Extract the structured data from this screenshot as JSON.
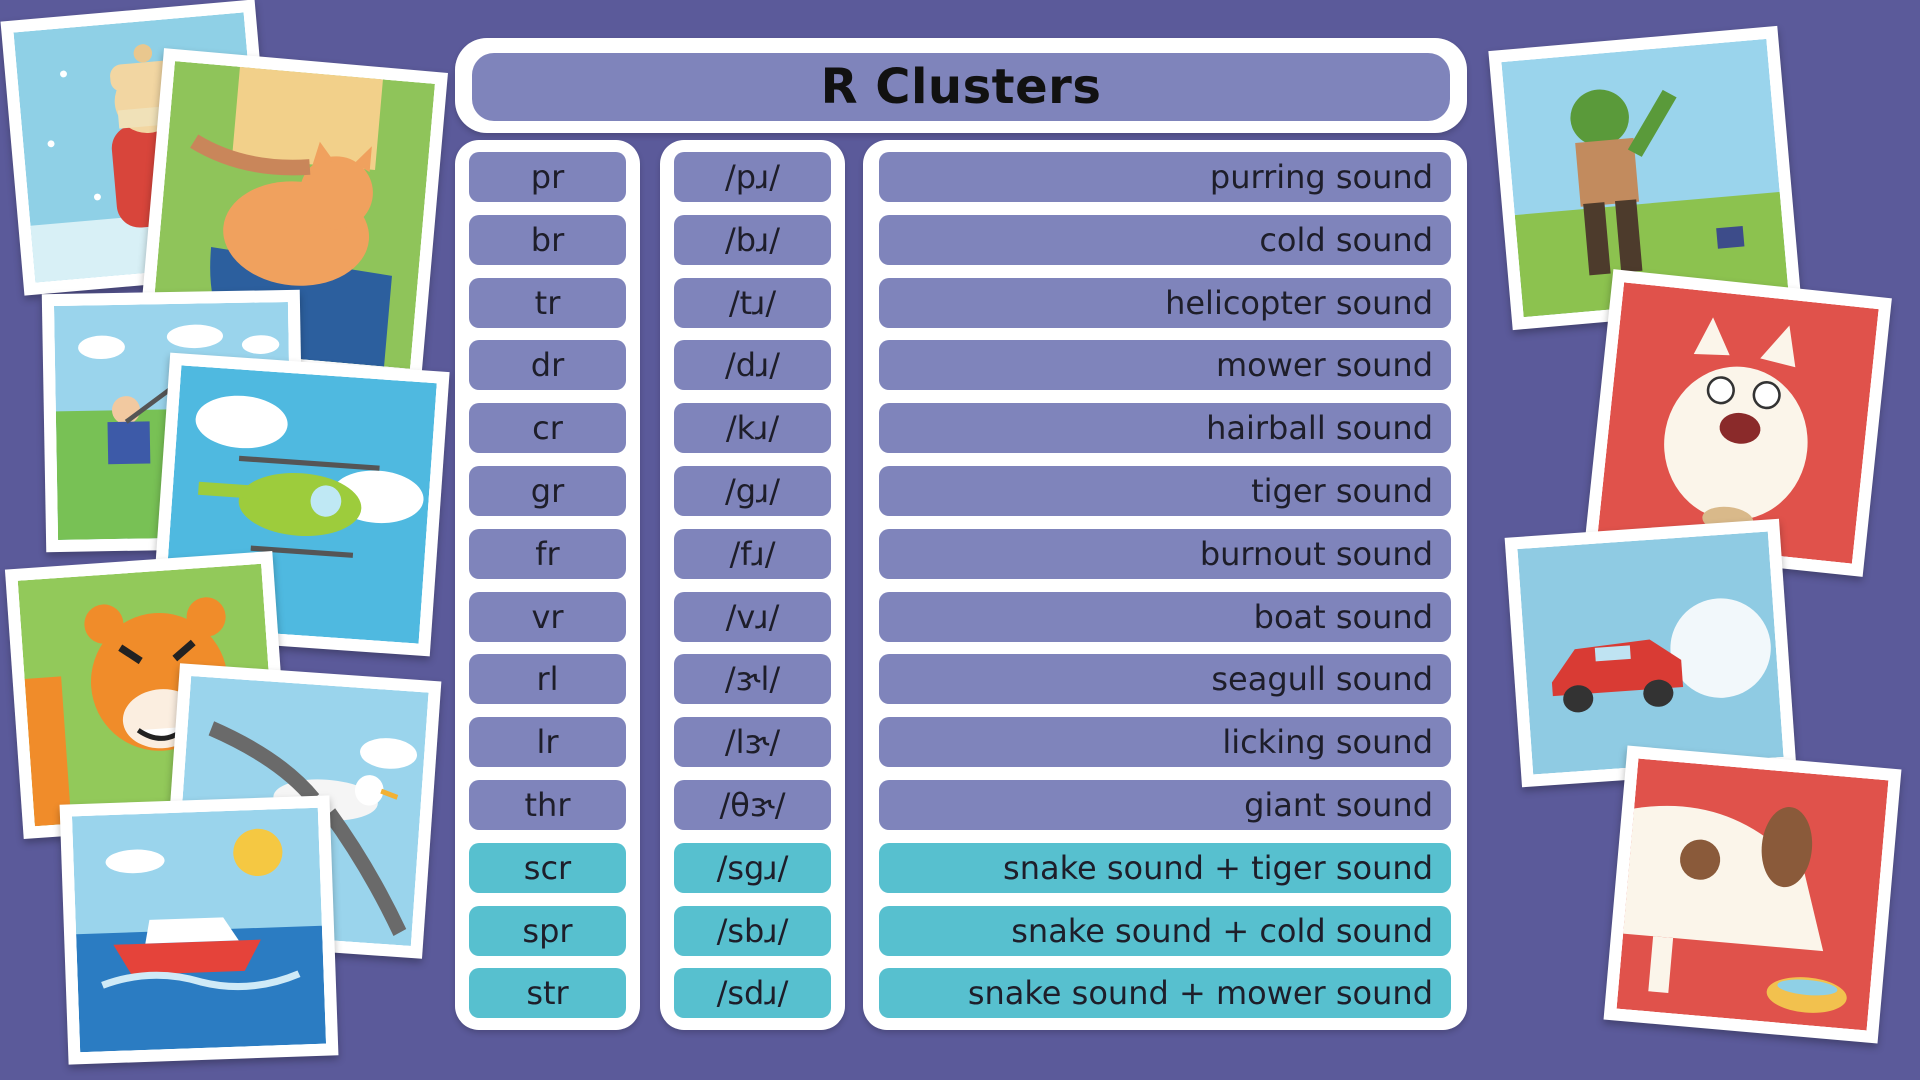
{
  "title": "R Clusters",
  "rows": [
    {
      "cluster": "pr",
      "ipa": "/pɹ/",
      "sound": "purring sound",
      "kind": "single"
    },
    {
      "cluster": "br",
      "ipa": "/bɹ/",
      "sound": "cold sound",
      "kind": "single"
    },
    {
      "cluster": "tr",
      "ipa": "/tɹ/",
      "sound": "helicopter sound",
      "kind": "single"
    },
    {
      "cluster": "dr",
      "ipa": "/dɹ/",
      "sound": "mower sound",
      "kind": "single"
    },
    {
      "cluster": "cr",
      "ipa": "/kɹ/",
      "sound": "hairball sound",
      "kind": "single"
    },
    {
      "cluster": "gr",
      "ipa": "/gɹ/",
      "sound": "tiger sound",
      "kind": "single"
    },
    {
      "cluster": "fr",
      "ipa": "/fɹ/",
      "sound": "burnout sound",
      "kind": "single"
    },
    {
      "cluster": "vr",
      "ipa": "/vɹ/",
      "sound": "boat sound",
      "kind": "single"
    },
    {
      "cluster": "rl",
      "ipa": "/ɝl/",
      "sound": "seagull sound",
      "kind": "single"
    },
    {
      "cluster": "lr",
      "ipa": "/lɝ/",
      "sound": "licking sound",
      "kind": "single"
    },
    {
      "cluster": "thr",
      "ipa": "/θɝ/",
      "sound": "giant sound",
      "kind": "single"
    },
    {
      "cluster": "scr",
      "ipa": "/sgɹ/",
      "sound": "snake sound + tiger sound",
      "kind": "combo"
    },
    {
      "cluster": "spr",
      "ipa": "/sbɹ/",
      "sound": "snake sound + cold sound",
      "kind": "combo"
    },
    {
      "cluster": "str",
      "ipa": "/sdɹ/",
      "sound": "snake sound + mower sound",
      "kind": "combo"
    }
  ],
  "colors": {
    "background": "#5b5a9a",
    "row_single": "#7f84bb",
    "row_combo": "#57c0cf",
    "panel": "#ffffff"
  },
  "pictures": [
    {
      "name": "cold-person-card",
      "icon": "snowy-person-icon"
    },
    {
      "name": "purring-cat-card",
      "icon": "cat-petting-icon"
    },
    {
      "name": "mower-girl-card",
      "icon": "girl-mower-icon"
    },
    {
      "name": "helicopter-card",
      "icon": "helicopter-icon"
    },
    {
      "name": "tiger-card",
      "icon": "tiger-icon"
    },
    {
      "name": "seagull-card",
      "icon": "seagull-icon"
    },
    {
      "name": "boat-card",
      "icon": "speedboat-icon"
    },
    {
      "name": "giant-card",
      "icon": "giant-icon"
    },
    {
      "name": "hairball-cat-card",
      "icon": "hairball-cat-icon"
    },
    {
      "name": "burnout-car-card",
      "icon": "car-burnout-icon"
    },
    {
      "name": "licking-dog-card",
      "icon": "dog-drinking-icon"
    }
  ]
}
